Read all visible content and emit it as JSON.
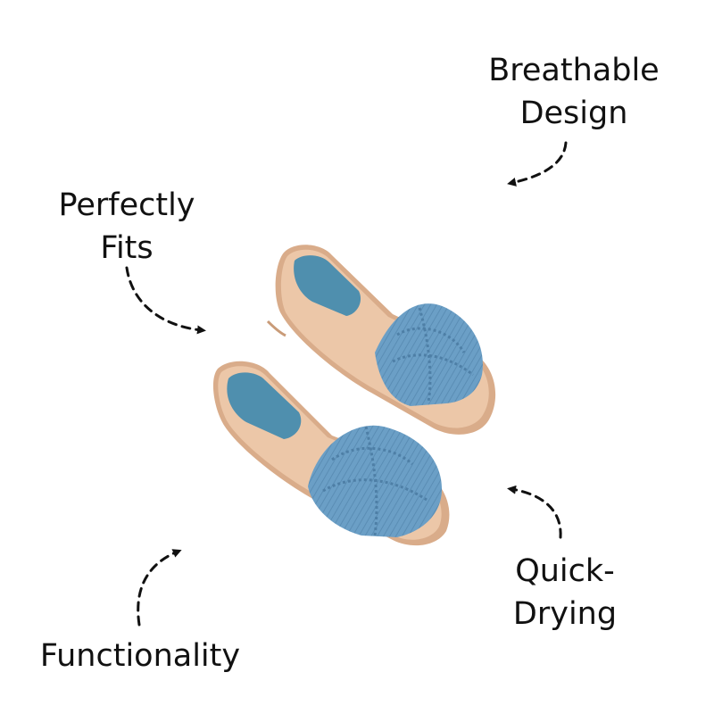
{
  "features": {
    "breathable": {
      "line1": "Breathable",
      "line2": "Design"
    },
    "perfect_fit": {
      "line1": "Perfectly",
      "line2": "Fits"
    },
    "quick_drying": {
      "line1": "Quick-",
      "line2": "Drying"
    },
    "functionality": {
      "line1": "Functionality"
    }
  },
  "colors": {
    "background": "#ffffff",
    "text": "#111111",
    "arrow": "#111111",
    "sole": "#e2b898",
    "insole": "#4f8fae",
    "denim": "#6b9fc6"
  },
  "icons": [
    "dashed-arrow-icon",
    "sandal-image"
  ]
}
